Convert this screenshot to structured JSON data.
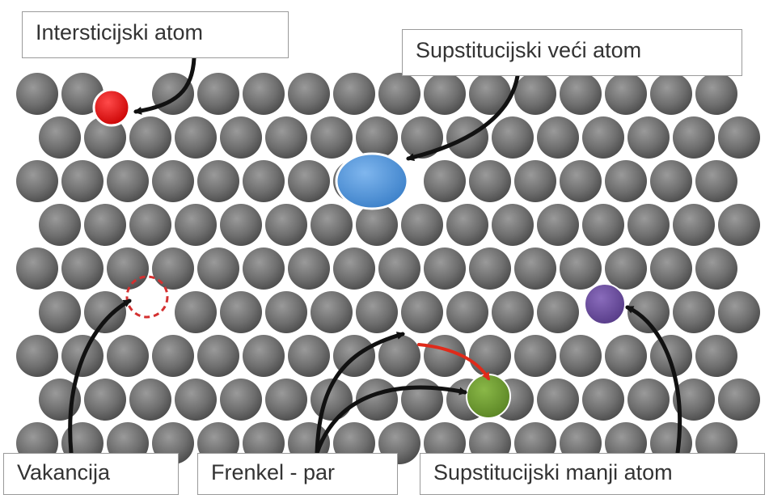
{
  "labels": {
    "interstitial": "Intersticijski atom",
    "substitutional_larger": "Supstitucijski veći atom",
    "vacancy": "Vakancija",
    "frenkel_pair": "Frenkel - par",
    "substitutional_smaller": "Supstitucijski manji atom"
  },
  "colors": {
    "host_atom": "#6f6f6f",
    "interstitial_atom": "#e01616",
    "larger_atom": "#4a90d9",
    "smaller_atom": "#6a4c9c",
    "frenkel_atom": "#6f9a2e",
    "vacancy_outline": "#d43030",
    "arrow": "#111111",
    "frenkel_arrow": "#e02a1a"
  }
}
